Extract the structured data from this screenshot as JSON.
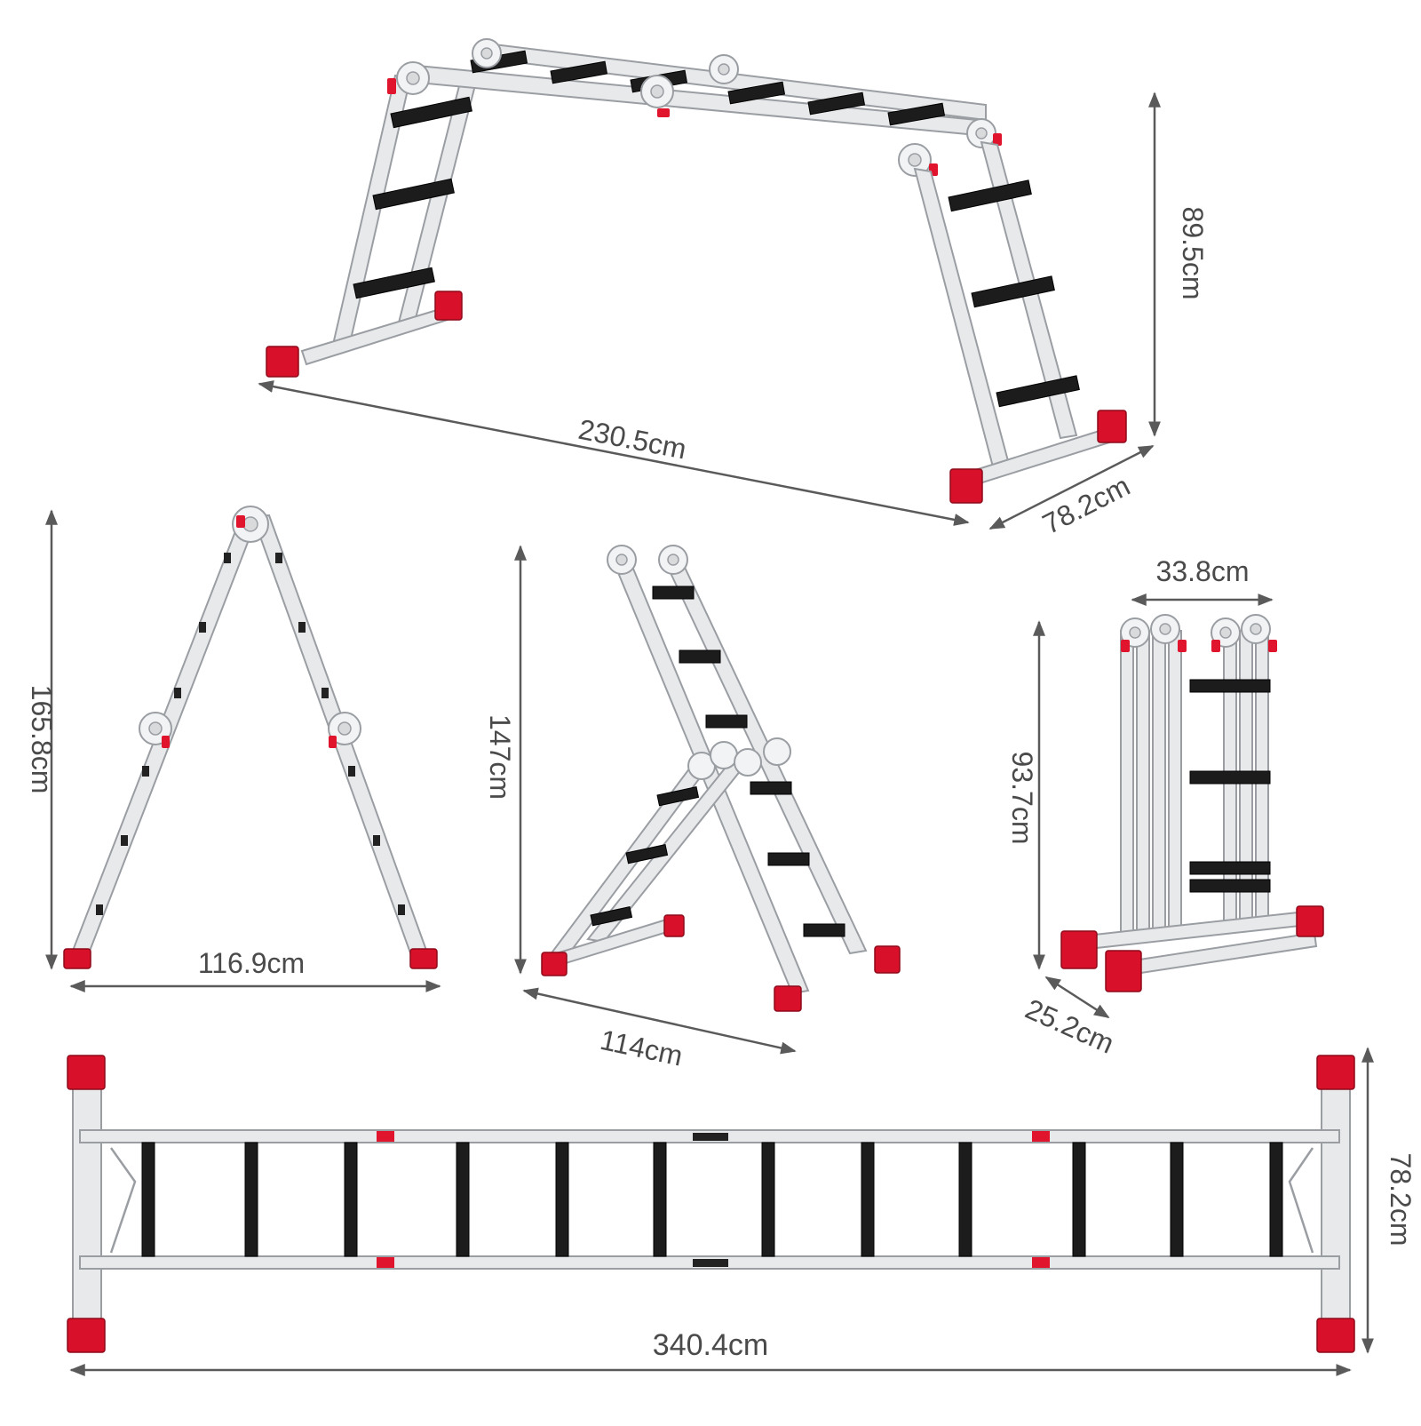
{
  "accent_color": "#e0152d",
  "rail_color": "#e8e9eb",
  "rung_color": "#1c1c1c",
  "dimension_color": "#5a5a5a",
  "views": {
    "bridge": {
      "length": "230.5cm",
      "height": "89.5cm",
      "width": "78.2cm"
    },
    "a_frame": {
      "height": "165.8cm",
      "base": "116.9cm"
    },
    "stepladder": {
      "height": "147cm",
      "base": "114cm"
    },
    "folded": {
      "width": "33.8cm",
      "height": "93.7cm",
      "depth": "25.2cm"
    },
    "straight": {
      "length": "340.4cm",
      "width": "78.2cm"
    }
  }
}
